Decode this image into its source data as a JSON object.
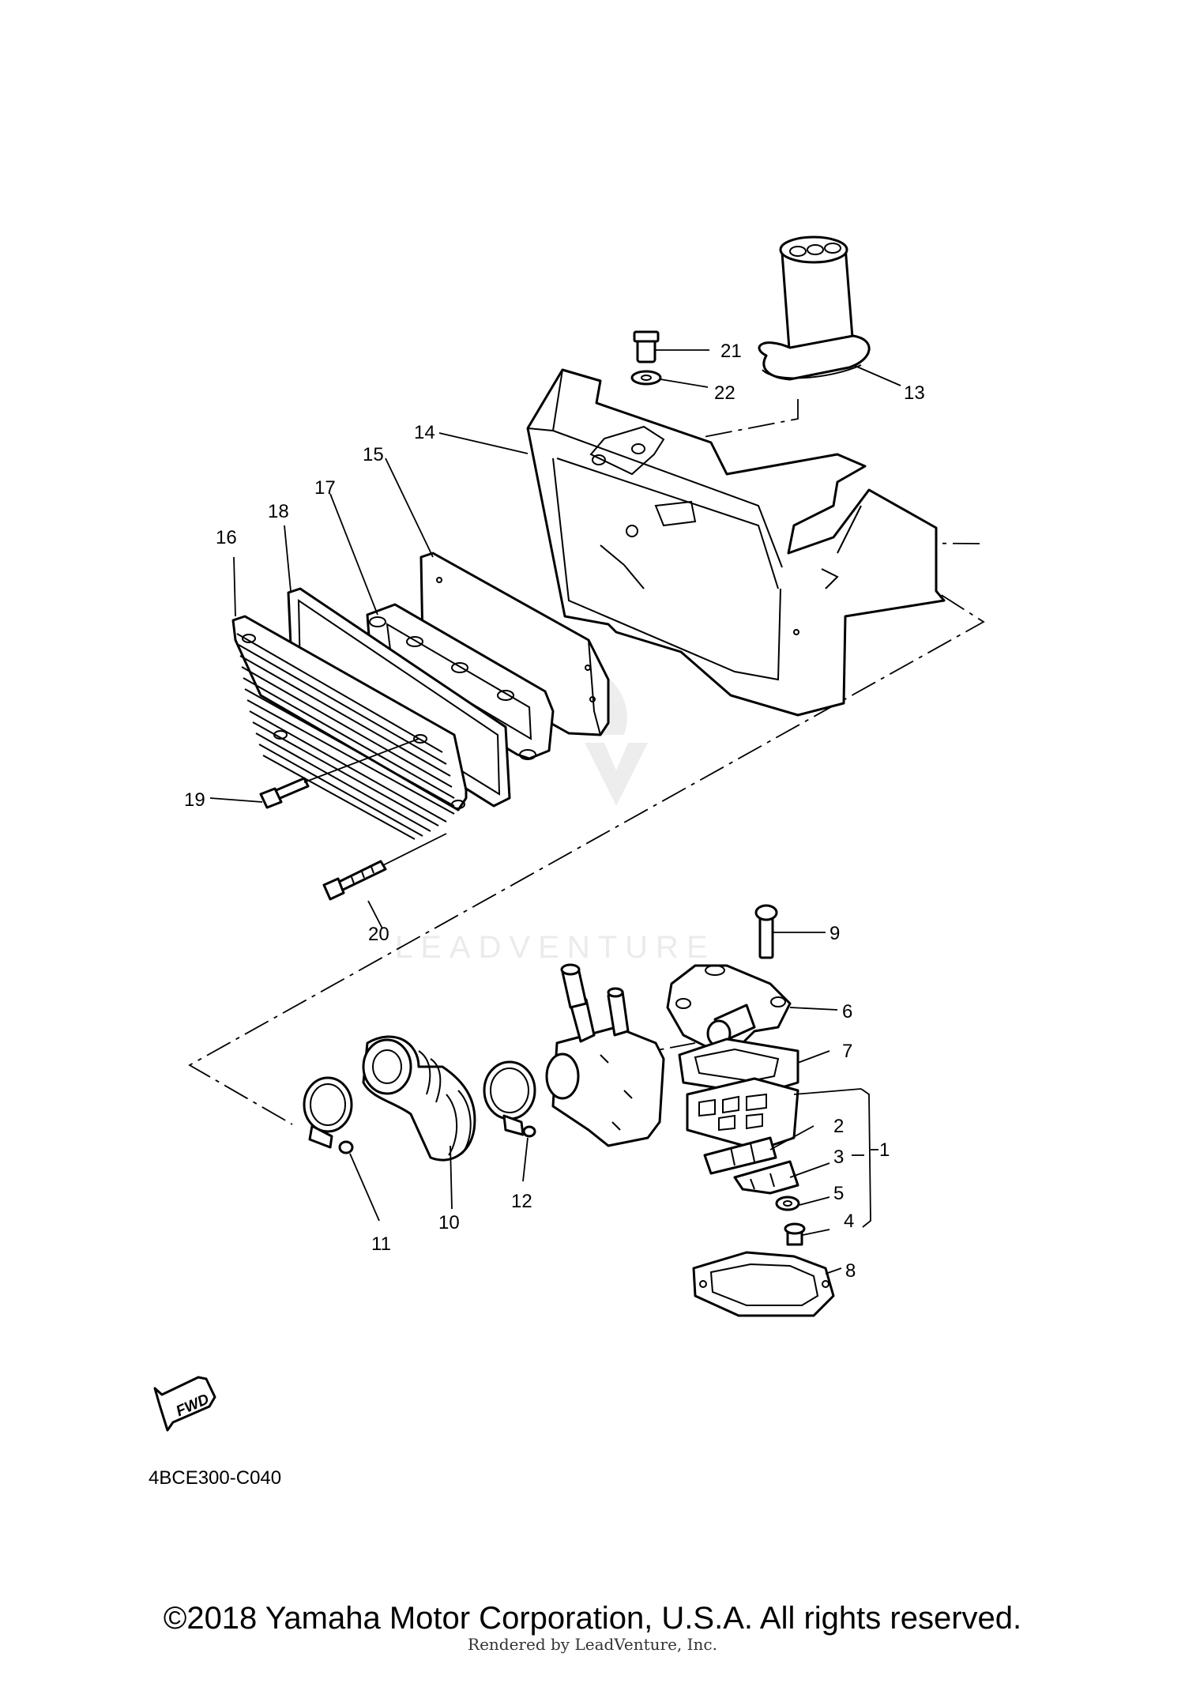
{
  "diagram": {
    "part_code": "4BCE300-C040",
    "fwd_label": "FWD",
    "watermark": "LEADVENTURE",
    "callouts": {
      "c1": "1",
      "c2": "2",
      "c3": "3",
      "c4": "4",
      "c5": "5",
      "c6": "6",
      "c7": "7",
      "c8": "8",
      "c9": "9",
      "c10": "10",
      "c11": "11",
      "c12": "12",
      "c13": "13",
      "c14": "14",
      "c15": "15",
      "c16": "16",
      "c17": "17",
      "c18": "18",
      "c19": "19",
      "c20": "20",
      "c21": "21",
      "c22": "22"
    }
  },
  "footer": {
    "copyright": "©2018 Yamaha Motor Corporation, U.S.A. All rights reserved.",
    "rendered_by": "Rendered by LeadVenture, Inc."
  }
}
